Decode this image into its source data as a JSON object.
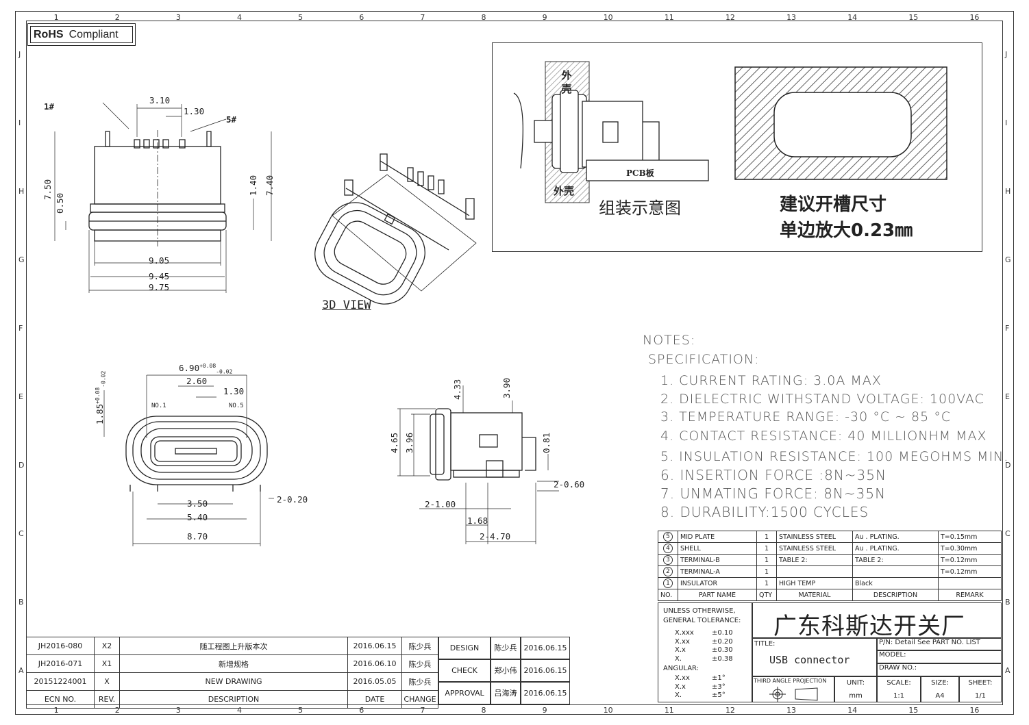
{
  "border": {
    "columns": [
      "1",
      "2",
      "3",
      "4",
      "5",
      "6",
      "7",
      "8",
      "9",
      "10",
      "11",
      "12",
      "13",
      "14",
      "15",
      "16"
    ],
    "rows": [
      "J",
      "I",
      "H",
      "G",
      "F",
      "E",
      "D",
      "C",
      "B",
      "A"
    ]
  },
  "rohs": {
    "bold": "RoHS",
    "text": "Compliant"
  },
  "top_view": {
    "pin_first": "1#",
    "pin_last": "5#",
    "d_pitch_total": "3.10",
    "d_pitch": "1.30",
    "d_height_total": "7.50",
    "d_flange": "0.50",
    "d_right_a": "1.40",
    "d_right_b": "7.40",
    "d_w1": "9.05",
    "d_w2": "9.45",
    "d_w3": "9.75"
  },
  "view_3d_label": "3D  VIEW",
  "assembly": {
    "shell_top": "外\n壳",
    "shell_bottom": "外壳",
    "pcb": "PCB板",
    "caption": "组装示意图",
    "slot_line1": "建议开槽尺寸",
    "slot_line2": "单边放大0.23㎜"
  },
  "front_view": {
    "d_width": "6.90",
    "d_width_tol_up": "+0.08",
    "d_width_tol_dn": "-0.02",
    "d_260": "2.60",
    "d_130": "1.30",
    "d_185": "1.85",
    "d_185_tol_up": "+0.08",
    "d_185_tol_dn": "-0.02",
    "no1": "NO.1",
    "no5": "NO.5",
    "d_020": "2-0.20",
    "d_350": "3.50",
    "d_540": "5.40",
    "d_870": "8.70"
  },
  "side_view": {
    "d_433": "4.33",
    "d_390": "3.90",
    "d_465": "4.65",
    "d_396": "3.96",
    "d_081": "0.81",
    "d_060": "2-0.60",
    "d_100": "2-1.00",
    "d_168": "1.68",
    "d_470": "2-4.70"
  },
  "notes": {
    "title": "NOTES:",
    "subtitle": "SPECIFICATION:",
    "items": [
      "1. CURRENT RATING: 3.0A MAX",
      "2. DIELECTRIC WITHSTAND VOLTAGE: 100VAC",
      "3. TEMPERATURE RANGE: -30 °C ~ 85 °C",
      "4. CONTACT RESISTANCE: 40 MILLIONHM MAX",
      "5. INSULATION RESISTANCE: 100 MEGOHMS MIN.",
      "6.  INSERTION  FORCE  :8N~35N",
      "7.  UNMATING  FORCE:  8N~35N",
      "8.  DURABILITY:1500  CYCLES"
    ]
  },
  "bom": {
    "rows": [
      {
        "no": "5",
        "name": "MID PLATE",
        "qty": "1",
        "material": "STAINLESS STEEL",
        "desc": "Au . PLATING.",
        "remark": "T=0.15mm"
      },
      {
        "no": "4",
        "name": "SHELL",
        "qty": "1",
        "material": "STAINLESS STEEL",
        "desc": "Au . PLATING.",
        "remark": "T=0.30mm"
      },
      {
        "no": "3",
        "name": "TERMINAL-B",
        "qty": "1",
        "material": "TABLE 2:",
        "desc": "TABLE 2:",
        "remark": "T=0.12mm"
      },
      {
        "no": "2",
        "name": "TERMINAL-A",
        "qty": "1",
        "material": "",
        "desc": "",
        "remark": "T=0.12mm"
      },
      {
        "no": "1",
        "name": "INSULATOR",
        "qty": "1",
        "material": "HIGH TEMP",
        "desc": "Black",
        "remark": ""
      }
    ],
    "header": {
      "no": "NO.",
      "name": "PART NAME",
      "qty": "QTY",
      "material": "MATERIAL",
      "desc": "DESCRIPTION",
      "remark": "REMARK"
    }
  },
  "tolerance": {
    "line1": "UNLESS OTHERWISE,",
    "line2": "GENERAL TOLERANCE:",
    "rows": [
      [
        "X.xxx",
        "±0.10"
      ],
      [
        "X.xx",
        "±0.20"
      ],
      [
        "X.x",
        "±0.30"
      ],
      [
        "X.",
        "±0.38"
      ]
    ],
    "angular": "ANGULAR:",
    "arows": [
      [
        "X.xx",
        "±1°"
      ],
      [
        "X.x",
        "±3°"
      ],
      [
        "X.",
        "±5°"
      ]
    ]
  },
  "title_block": {
    "company": "广东科斯达开关厂",
    "title_label": "TITLE:",
    "title": "USB connector",
    "pn": "P/N: Detail  See  PART  NO.  LIST",
    "model": "MODEL:",
    "drawno": "DRAW  NO.:",
    "projection": "THIRD  ANGLE  PROJECTION",
    "unit_label": "UNIT:",
    "unit": "mm",
    "scale_label": "SCALE:",
    "scale": "1:1",
    "size_label": "SIZE:",
    "size": "A4",
    "sheet_label": "SHEET:",
    "sheet": "1/1"
  },
  "approvals": [
    {
      "role": "DESIGN",
      "name": "陈少兵",
      "date": "2016.06.15"
    },
    {
      "role": "CHECK",
      "name": "郑小伟",
      "date": "2016.06.15"
    },
    {
      "role": "APPROVAL",
      "name": "吕海涛",
      "date": "2016.06.15"
    }
  ],
  "revisions": {
    "rows": [
      {
        "ecn": "JH2016-080",
        "rev": "X2",
        "desc": "随工程图上升版本次",
        "date": "2016.06.15",
        "by": "陈少兵"
      },
      {
        "ecn": "JH2016-071",
        "rev": "X1",
        "desc": "新增规格",
        "date": "2016.06.10",
        "by": "陈少兵"
      },
      {
        "ecn": "20151224001",
        "rev": "X",
        "desc": "NEW  DRAWING",
        "date": "2016.05.05",
        "by": "陈少兵"
      }
    ],
    "header": {
      "ecn": "ECN  NO.",
      "rev": "REV.",
      "desc": "DESCRIPTION",
      "date": "DATE",
      "by": "CHANGE"
    }
  }
}
